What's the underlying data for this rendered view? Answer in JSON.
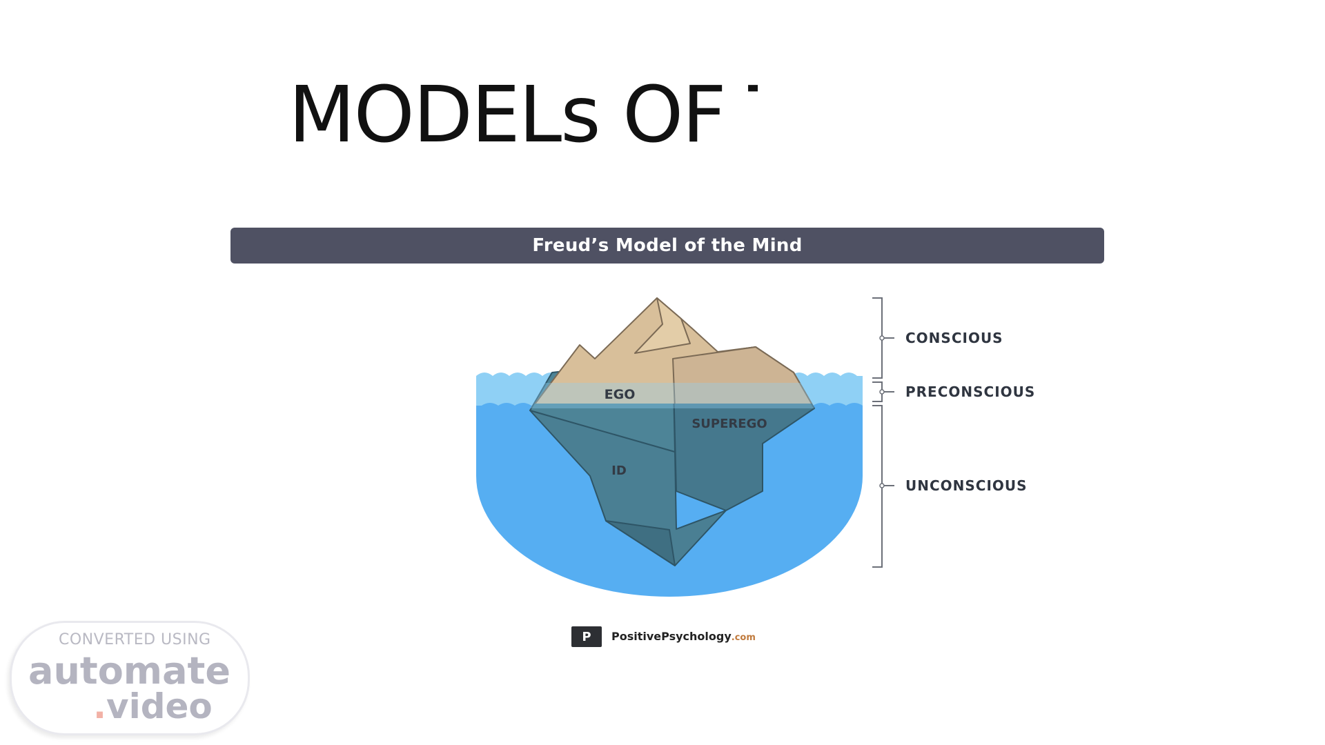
{
  "slide": {
    "title": "MODELs OF THE MIND"
  },
  "diagram": {
    "banner_title": "Freud’s Model of the Mind",
    "regions": {
      "ego": "EGO",
      "superego": "SUPEREGO",
      "id": "ID"
    },
    "levels": {
      "conscious": "CONSCIOUS",
      "preconscious": "PRECONSCIOUS",
      "unconscious": "UNCONSCIOUS"
    },
    "colors": {
      "banner": "#4f5163",
      "water": "#56aef2",
      "water_surface": "#8fd0f5",
      "iceberg_above": "#d8bf9a",
      "iceberg_below": "#4a7f93"
    }
  },
  "credit": {
    "logo_letter": "P",
    "name": "PositivePsychology",
    "domain": ".com"
  },
  "watermark": {
    "line1": "CONVERTED USING",
    "line2": "automate",
    "line3_dot": ".",
    "line3": "video"
  }
}
